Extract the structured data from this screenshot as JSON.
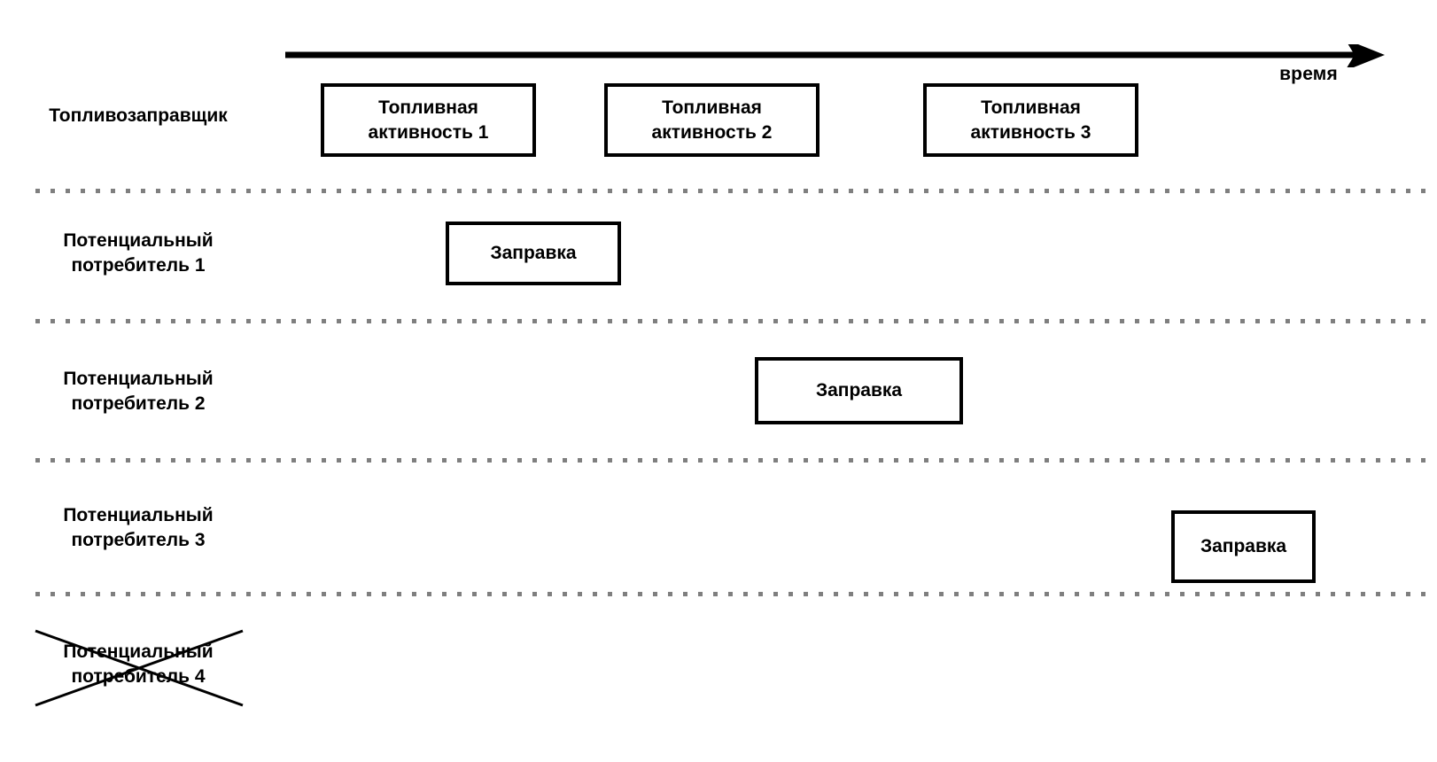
{
  "diagram": {
    "type": "timeline-swimlane",
    "background_color": "#ffffff",
    "line_color": "#000000",
    "separator_color": "#7f7f7f",
    "axis": {
      "name": "time-axis",
      "label": "время",
      "direction": "left-to-right"
    },
    "lanes": [
      {
        "id": "lane-fuel-truck",
        "label": "Топливозаправщик",
        "struck_out": false,
        "boxes": [
          {
            "id": "box-fuel-activity-1",
            "label": "Топливная\nактивность 1"
          },
          {
            "id": "box-fuel-activity-2",
            "label": "Топливная\nактивность 2"
          },
          {
            "id": "box-fuel-activity-3",
            "label": "Топливная\nактивность 3"
          }
        ]
      },
      {
        "id": "lane-consumer-1",
        "label": "Потенциальный\nпотребитель 1",
        "struck_out": false,
        "boxes": [
          {
            "id": "box-refuel-1",
            "label": "Заправка"
          }
        ]
      },
      {
        "id": "lane-consumer-2",
        "label": "Потенциальный\nпотребитель 2",
        "struck_out": false,
        "boxes": [
          {
            "id": "box-refuel-2",
            "label": "Заправка"
          }
        ]
      },
      {
        "id": "lane-consumer-3",
        "label": "Потенциальный\nпотребитель 3",
        "struck_out": false,
        "boxes": [
          {
            "id": "box-refuel-3",
            "label": "Заправка"
          }
        ]
      },
      {
        "id": "lane-consumer-4",
        "label": "Потенциальный\nпотребитель 4",
        "struck_out": true,
        "boxes": []
      }
    ]
  }
}
